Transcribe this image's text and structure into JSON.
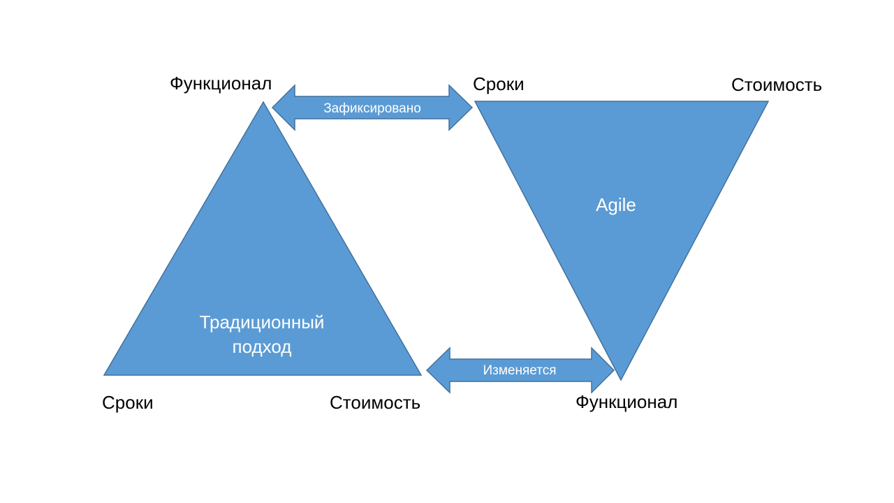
{
  "colors": {
    "shape_fill": "#5B9BD5",
    "shape_stroke": "#41719C",
    "inner_text": "#FFFFFF",
    "label_text": "#000000"
  },
  "traditional": {
    "top_label": "Функционал",
    "bottom_left_label": "Сроки",
    "bottom_right_label": "Стоимость",
    "caption_line1": "Традиционный",
    "caption_line2": "подход"
  },
  "agile": {
    "top_left_label": "Сроки",
    "top_right_label": "Стоимость",
    "bottom_label": "Функционал",
    "caption": "Agile"
  },
  "arrows": {
    "top": "Зафиксировано",
    "bottom": "Изменяется"
  }
}
